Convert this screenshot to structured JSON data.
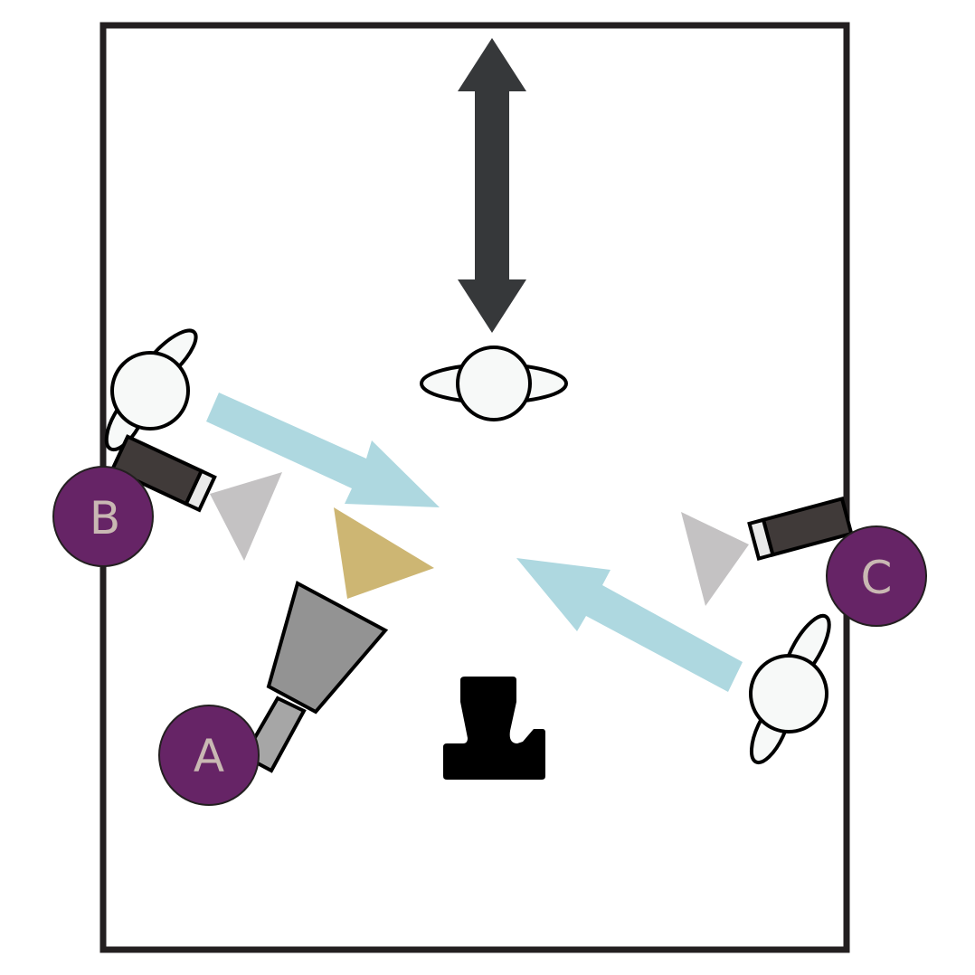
{
  "diagram": {
    "labels": {
      "a": "A",
      "b": "B",
      "c": "C"
    },
    "colors": {
      "background": "#ffffff",
      "border": "#231f20",
      "badge": "#662466",
      "badge_text": "#c9b8b3",
      "movement_arrow": "#aed8e0",
      "vertical_arrow": "#36383a",
      "camera_body": "#403a39",
      "camera_lens": "#e9e9e9",
      "camera_a_body": "#939393",
      "camera_a_grip": "#a6a6a6",
      "light_cone": "#c4c2c3",
      "gold_marker": "#cdb673",
      "person_fill": "#f7f9f8",
      "seat_mark": "#000000"
    },
    "icons": [
      "camera-icon",
      "person-icon",
      "direction-arrow-icon",
      "double-arrow-icon",
      "seat-icon"
    ]
  }
}
